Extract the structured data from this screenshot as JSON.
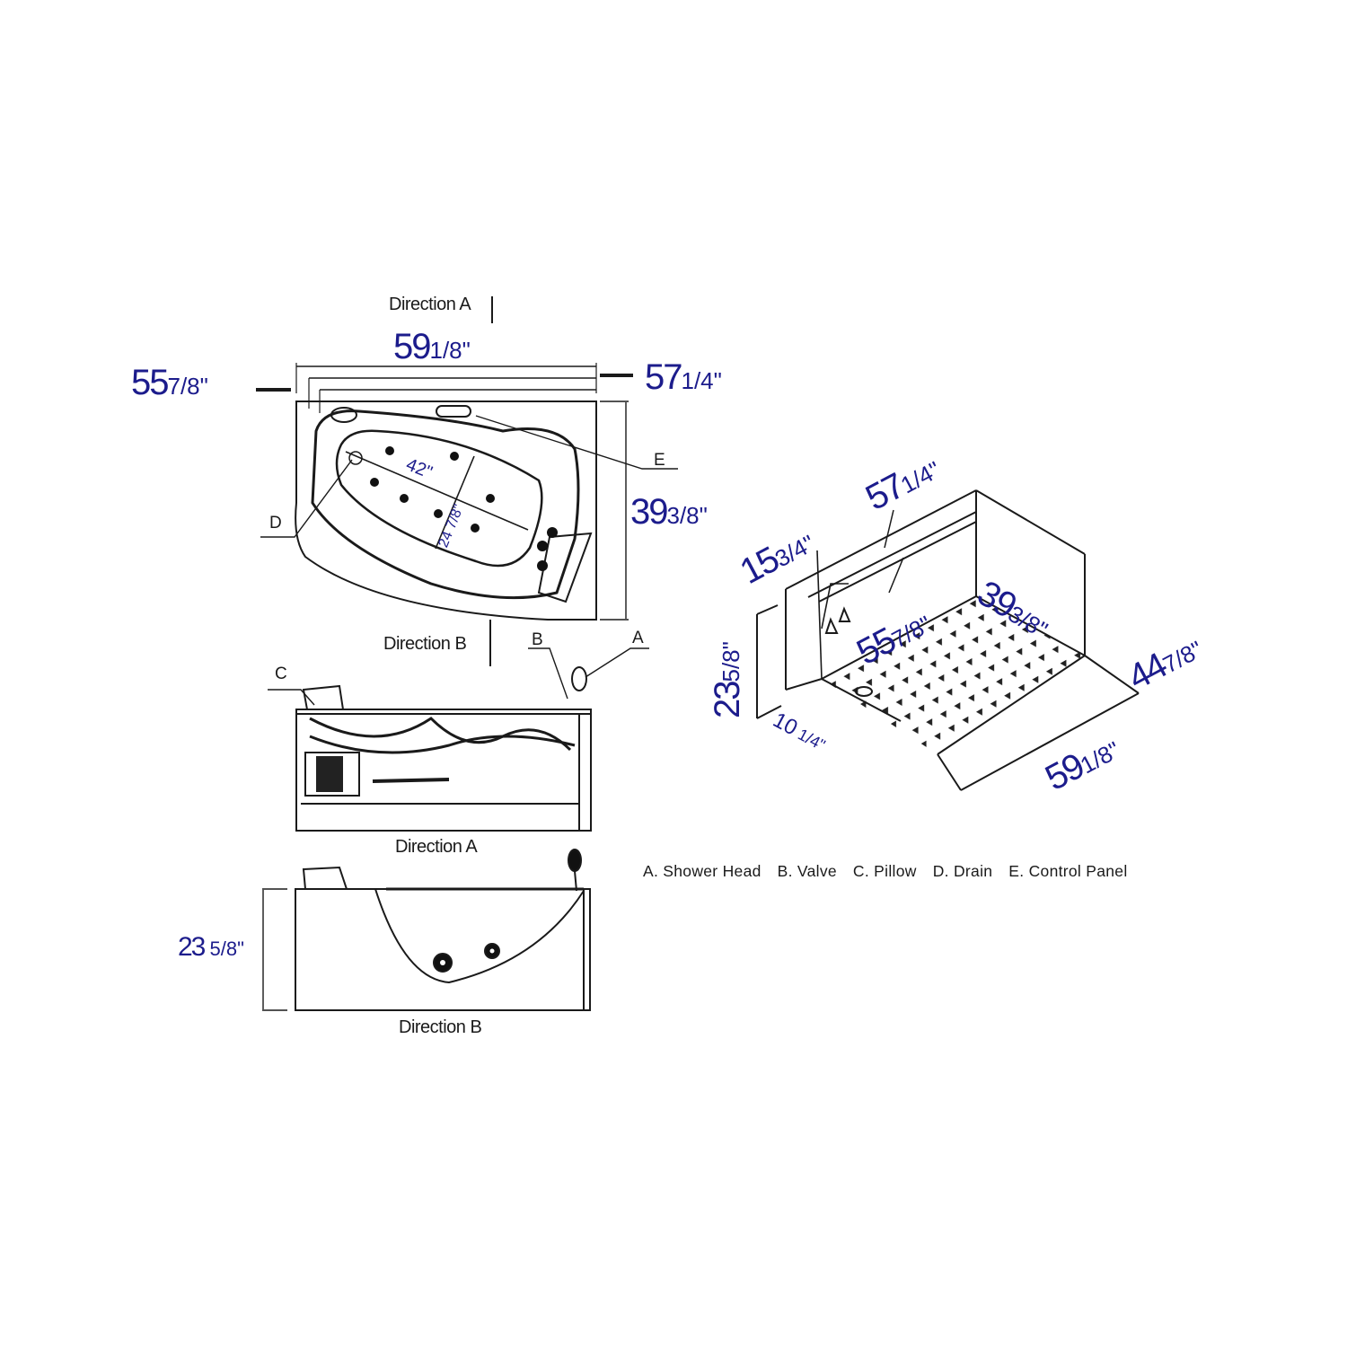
{
  "top_view": {
    "direction_a_label": "Direction A",
    "direction_b_label": "Direction B",
    "dims": {
      "overall_width": {
        "whole": "59",
        "frac": "1/8\""
      },
      "left_inner": {
        "whole": "55",
        "frac": "7/8\""
      },
      "right_inner": {
        "whole": "57",
        "frac": "1/4\""
      },
      "depth": {
        "whole": "39",
        "frac": "3/8\""
      },
      "basin_length": "42\"",
      "basin_width": "24 7/8\""
    },
    "callouts": {
      "drain": "D",
      "control_panel": "E"
    }
  },
  "side_view_a": {
    "caption": "Direction A",
    "callouts": {
      "shower_head": "A",
      "valve": "B",
      "pillow": "C"
    }
  },
  "side_view_b": {
    "caption": "Direction B",
    "height": {
      "whole": "23",
      "frac": "5/8\""
    }
  },
  "iso_view": {
    "dims": {
      "back_width": {
        "whole": "57",
        "frac": "1/4\""
      },
      "valve_height": {
        "whole": "15",
        "frac": "3/4\""
      },
      "inner_width": {
        "whole": "55",
        "frac": "7/8\""
      },
      "depth": {
        "whole": "39",
        "frac": "3/8\""
      },
      "side_depth": {
        "whole": "44",
        "frac": "7/8\""
      },
      "height": {
        "whole": "23",
        "frac": "5/8\""
      },
      "drain_offset": {
        "whole": "10",
        "frac": "1/4\""
      },
      "front_width": {
        "whole": "59",
        "frac": "1/8\""
      }
    }
  },
  "legend": [
    "A. Shower Head",
    "B. Valve",
    "C. Pillow",
    "D. Drain",
    "E. Control Panel"
  ],
  "colors": {
    "dimension_text": "#1c1c8c",
    "line": "#1a1a1a",
    "background": "#ffffff"
  }
}
